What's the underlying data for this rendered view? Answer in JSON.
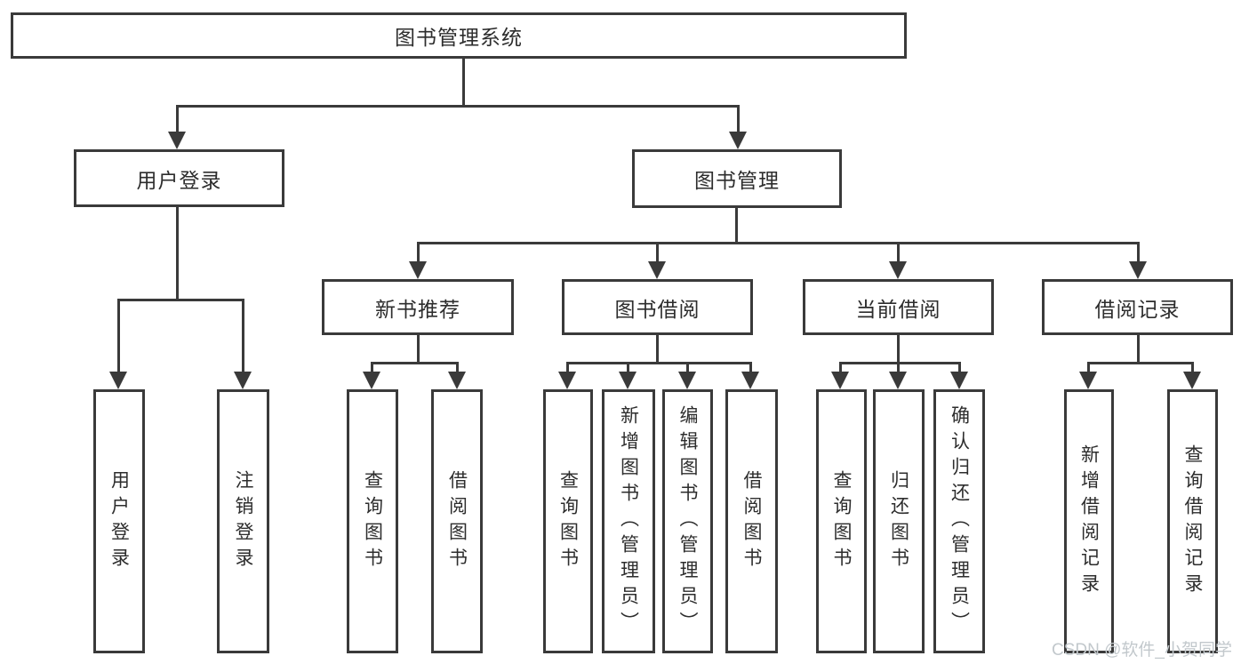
{
  "diagram": {
    "title": "图书管理系统",
    "root": {
      "label": "图书管理系统"
    },
    "branches": [
      {
        "label": "用户登录",
        "children": [
          {
            "label": "用户登录"
          },
          {
            "label": "注销登录"
          }
        ]
      },
      {
        "label": "图书管理",
        "groups": [
          {
            "label": "新书推荐",
            "children": [
              {
                "label": "查询图书"
              },
              {
                "label": "借阅图书"
              }
            ]
          },
          {
            "label": "图书借阅",
            "children": [
              {
                "label": "查询图书"
              },
              {
                "label": "新增图书（管理员）"
              },
              {
                "label": "编辑图书（管理员）"
              },
              {
                "label": "借阅图书"
              }
            ]
          },
          {
            "label": "当前借阅",
            "children": [
              {
                "label": "查询图书"
              },
              {
                "label": "归还图书"
              },
              {
                "label": "确认归还（管理员）"
              }
            ]
          },
          {
            "label": "借阅记录",
            "children": [
              {
                "label": "新增借阅记录"
              },
              {
                "label": "查询借阅记录"
              }
            ]
          }
        ]
      }
    ]
  },
  "watermark": {
    "text": "CSDN @软件_小贺同学"
  },
  "colors": {
    "line": "#3a3a3a",
    "text": "#2d2d2d",
    "watermark": "#c2c8cc",
    "background": "#ffffff"
  }
}
